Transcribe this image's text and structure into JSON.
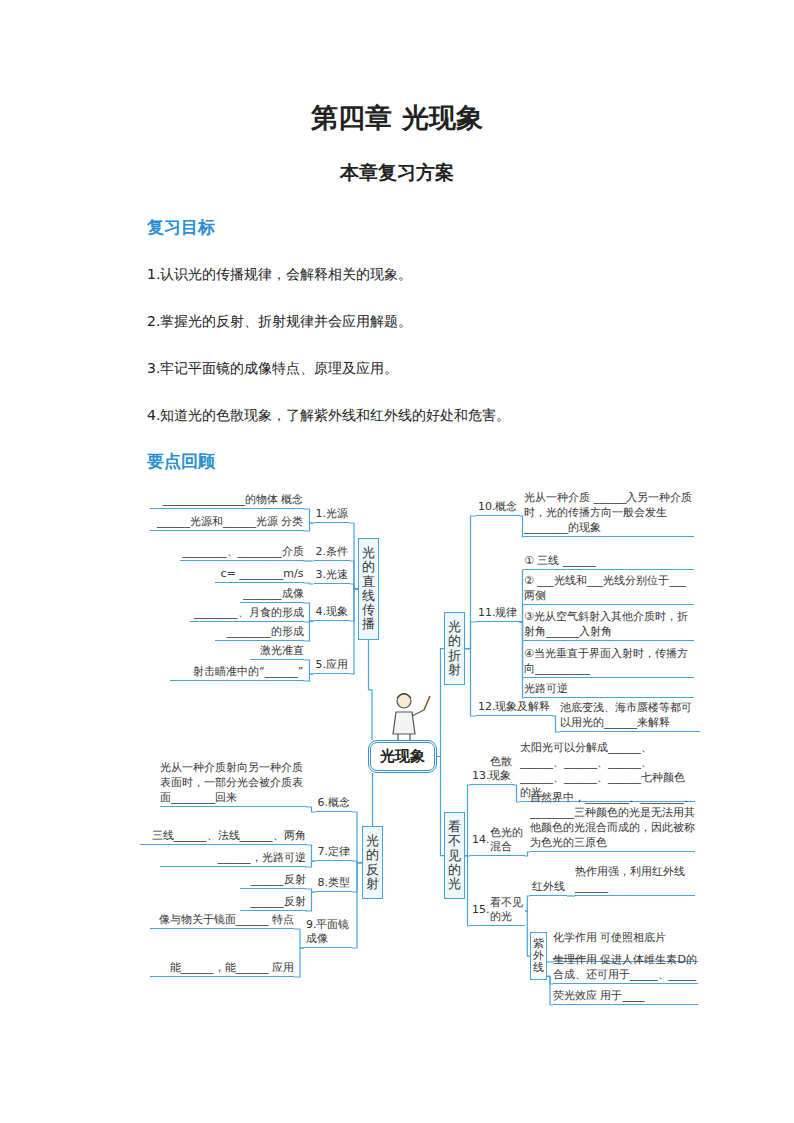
{
  "diagram": {
    "title": "第四章 光现象",
    "nodes": [
      {
        "text": [
          "光现象"
        ]
      },
      {
        "text": [
          "光的直线传播"
        ]
      },
      {
        "text": [
          "光的折射"
        ]
      },
      {
        "text": [
          "光的反射"
        ]
      },
      {
        "text": [
          "看不见的光"
        ]
      },
      {
        "text": [
          "1.光源"
        ]
      },
      {
        "text": [
          "2.条件"
        ]
      },
      {
        "text": [
          "3.光速"
        ]
      },
      {
        "text": [
          "4.现象"
        ]
      },
      {
        "text": [
          "5.应用"
        ]
      },
      {
        "text": [
          "6.概念"
        ]
      },
      {
        "text": [
          "7.定律"
        ]
      },
      {
        "text": [
          "8.类型"
        ]
      },
      {
        "text": [
          "9.平面镜成像"
        ]
      },
      {
        "text": [
          "10.概念"
        ]
      },
      {
        "text": [
          "11.规律"
        ]
      },
      {
        "text": [
          "12.现象及解释"
        ]
      },
      {
        "text": [
          "色散",
          "13.现象"
        ]
      },
      {
        "text": [
          "14.",
          "色光的 混合"
        ]
      },
      {
        "text": [
          "15.",
          "看不见的光"
        ]
      },
      {
        "text": [
          "红外线"
        ]
      },
      {
        "text": [
          "紫外线"
        ]
      }
    ],
    "edges": [
      {
        "from": 0,
        "to": 1,
        "arrow": "none"
      },
      {
        "from": 0,
        "to": 2,
        "arrow": "none"
      },
      {
        "from": 0,
        "to": 3,
        "arrow": "none"
      },
      {
        "from": 0,
        "to": 4,
        "arrow": "none"
      },
      {
        "from": 1,
        "to": 5,
        "arrow": "none"
      },
      {
        "from": 1,
        "to": 6,
        "arrow": "none"
      },
      {
        "from": 1,
        "to": 7,
        "arrow": "none"
      },
      {
        "from": 1,
        "to": 8,
        "arrow": "none"
      },
      {
        "from": 1,
        "to": 9,
        "arrow": "none"
      },
      {
        "from": 3,
        "to": 10,
        "arrow": "none"
      },
      {
        "from": 3,
        "to": 11,
        "arrow": "none"
      },
      {
        "from": 3,
        "to": 12,
        "arrow": "none"
      },
      {
        "from": 3,
        "to": 13,
        "arrow": "none"
      },
      {
        "from": 2,
        "to": 14,
        "arrow": "none"
      },
      {
        "from": 2,
        "to": 15,
        "arrow": "none"
      },
      {
        "from": 2,
        "to": 16,
        "arrow": "none"
      },
      {
        "from": 4,
        "to": 17,
        "arrow": "none"
      },
      {
        "from": 4,
        "to": 18,
        "arrow": "none"
      },
      {
        "from": 4,
        "to": 19,
        "arrow": "none"
      },
      {
        "from": 19,
        "to": 20,
        "arrow": "none"
      },
      {
        "from": 19,
        "to": 21,
        "arrow": "none"
      }
    ],
    "labels": [
      "本章复习方案",
      "复习目标",
      "1.认识光的传播规律，会解释相关的现象。",
      "2.掌握光的反射、折射规律并会应用解题。",
      "3.牢记平面镜的成像特点、原理及应用。",
      "4.知道光的色散现象，了解紫外线和红外线的好处和危害。",
      "要点回顾",
      "_______________的物体 概念",
      "______光源和______光源 分类",
      "________、________介质",
      "c= ________m/s",
      "_______成像",
      "________、月食的形成",
      "________的形成",
      "激光准直",
      "射击瞄准中的“______”",
      "光从一种介质 ______入另一种介质时，光的传播方向一般会发生 ________的现象",
      "① 三线 ______",
      "② ___光线和___光线分别位于___两侧",
      "③光从空气斜射入其他介质时，折射角______入射角",
      "④当光垂直于界面入射时，传播方向__________",
      "光路可逆",
      "池底变浅、海市蜃楼等都可以用光的______来解释",
      "太阳光可以分解成______、______、______、______、______、______、______七种颜色的光",
      "自然界中，________、________、________三种颜色的光是无法用其他颜色的光混合而成的，因此被称为色光的三原色",
      "热作用强，利用红外线 ______",
      "化学作用 可使照相底片______",
      "生理作用 促进人体维生素D的合成、还可用于_____、_____",
      "荧光效应 用于____",
      "光从一种介质射向另一种介质表面时，一部分光会被介质表面________回来",
      "三线______、法线______、两角",
      "______，光路可逆",
      "______反射",
      "______反射",
      "像与物关于镜面______ 特点",
      "能______，能______ 应用"
    ]
  }
}
